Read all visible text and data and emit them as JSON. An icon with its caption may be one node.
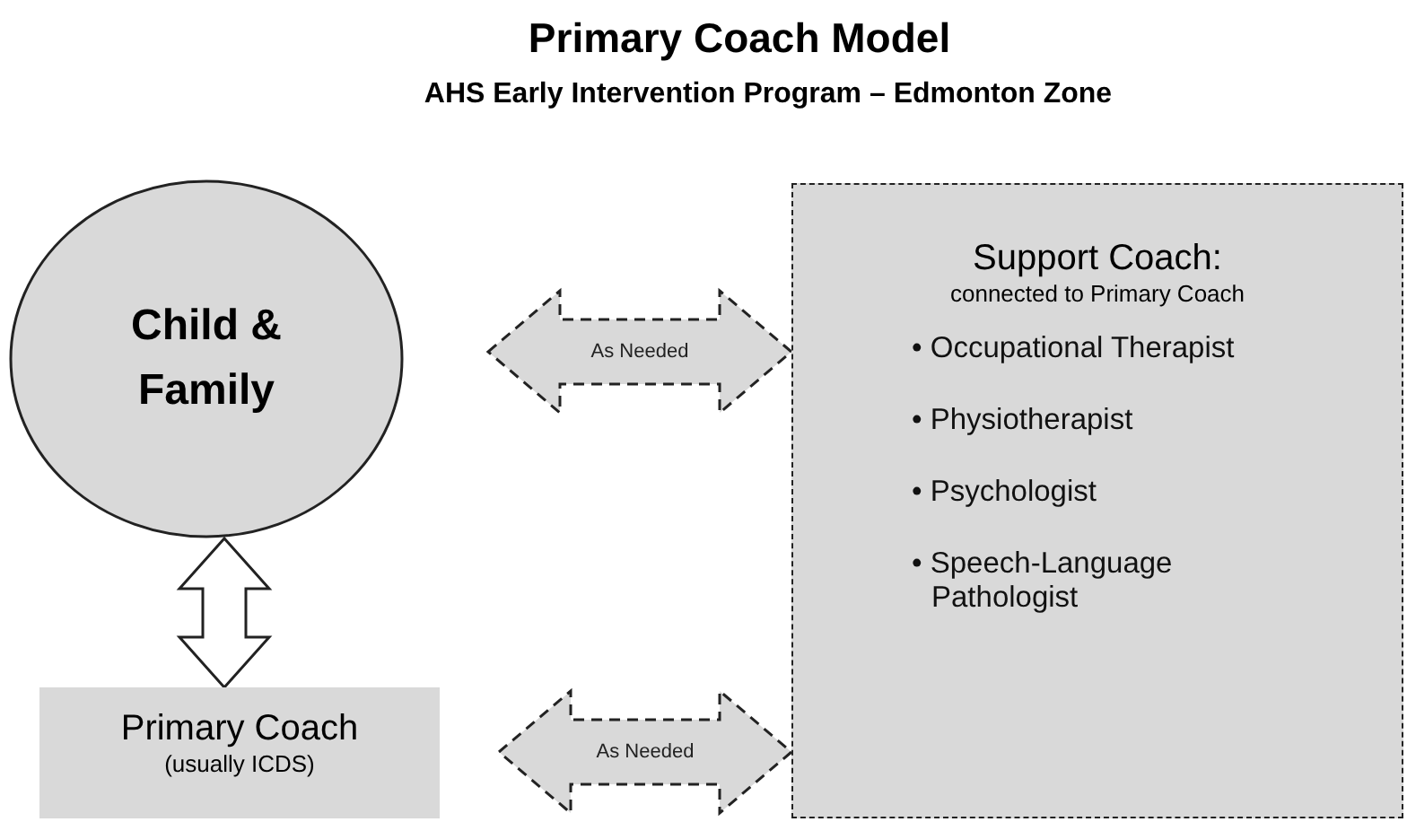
{
  "diagram": {
    "title": "Primary Coach Model",
    "caption": "AHS Early Intervention Program – Edmonton Zone",
    "nodes": [
      {
        "text": [
          "Child & Family"
        ]
      },
      {
        "text": [
          "Primary Coach",
          "(usually ICDS)"
        ]
      },
      {
        "text": [
          "Support Coach:",
          "connected to Primary Coach",
          "• Occupational Therapist",
          "• Physiotherapist",
          "• Psychologist",
          "• Speech-Language Pathologist"
        ]
      }
    ],
    "edges": [
      {
        "from": 0,
        "to": 2,
        "arrow": "both",
        "label": "As Needed",
        "style": "dashed"
      },
      {
        "from": 0,
        "to": 1,
        "arrow": "both"
      },
      {
        "from": 1,
        "to": 2,
        "arrow": "both",
        "label": "As Needed",
        "style": "dashed"
      }
    ]
  }
}
